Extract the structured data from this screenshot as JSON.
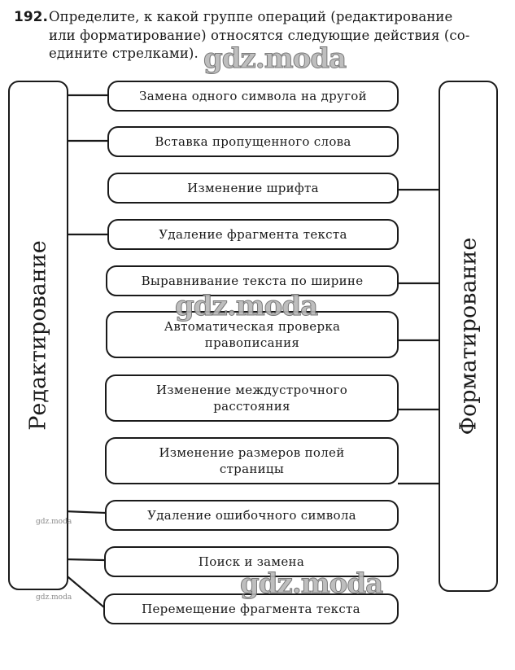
{
  "task": {
    "number": "192.",
    "lines": [
      "Определите, к какой группе операций (редактирование",
      "или форматирование) относятся следующие действия (со-",
      "едините стрелками)."
    ]
  },
  "categories": {
    "left": "Редактирование",
    "right": "Форматирование"
  },
  "items": [
    {
      "lines": [
        "Замена одного символа на другой"
      ],
      "connects_to": "left"
    },
    {
      "lines": [
        "Вставка пропущенного слова"
      ],
      "connects_to": "left"
    },
    {
      "lines": [
        "Изменение шрифта"
      ],
      "connects_to": "right"
    },
    {
      "lines": [
        "Удаление фрагмента текста"
      ],
      "connects_to": "left"
    },
    {
      "lines": [
        "Выравнивание текста по ширине"
      ],
      "connects_to": "right"
    },
    {
      "lines": [
        "Автоматическая проверка",
        "правописания"
      ],
      "connects_to": "right"
    },
    {
      "lines": [
        "Изменение междустрочного",
        "расстояния"
      ],
      "connects_to": "right"
    },
    {
      "lines": [
        "Изменение размеров полей",
        "страницы"
      ],
      "connects_to": "right"
    },
    {
      "lines": [
        "Удаление ошибочного символа"
      ],
      "connects_to": "left"
    },
    {
      "lines": [
        "Поиск и замена"
      ],
      "connects_to": "left"
    },
    {
      "lines": [
        "Перемещение фрагмента текста"
      ],
      "connects_to": "left"
    }
  ],
  "watermark": {
    "large": "gdz.moda",
    "small": "gdz.moda"
  }
}
